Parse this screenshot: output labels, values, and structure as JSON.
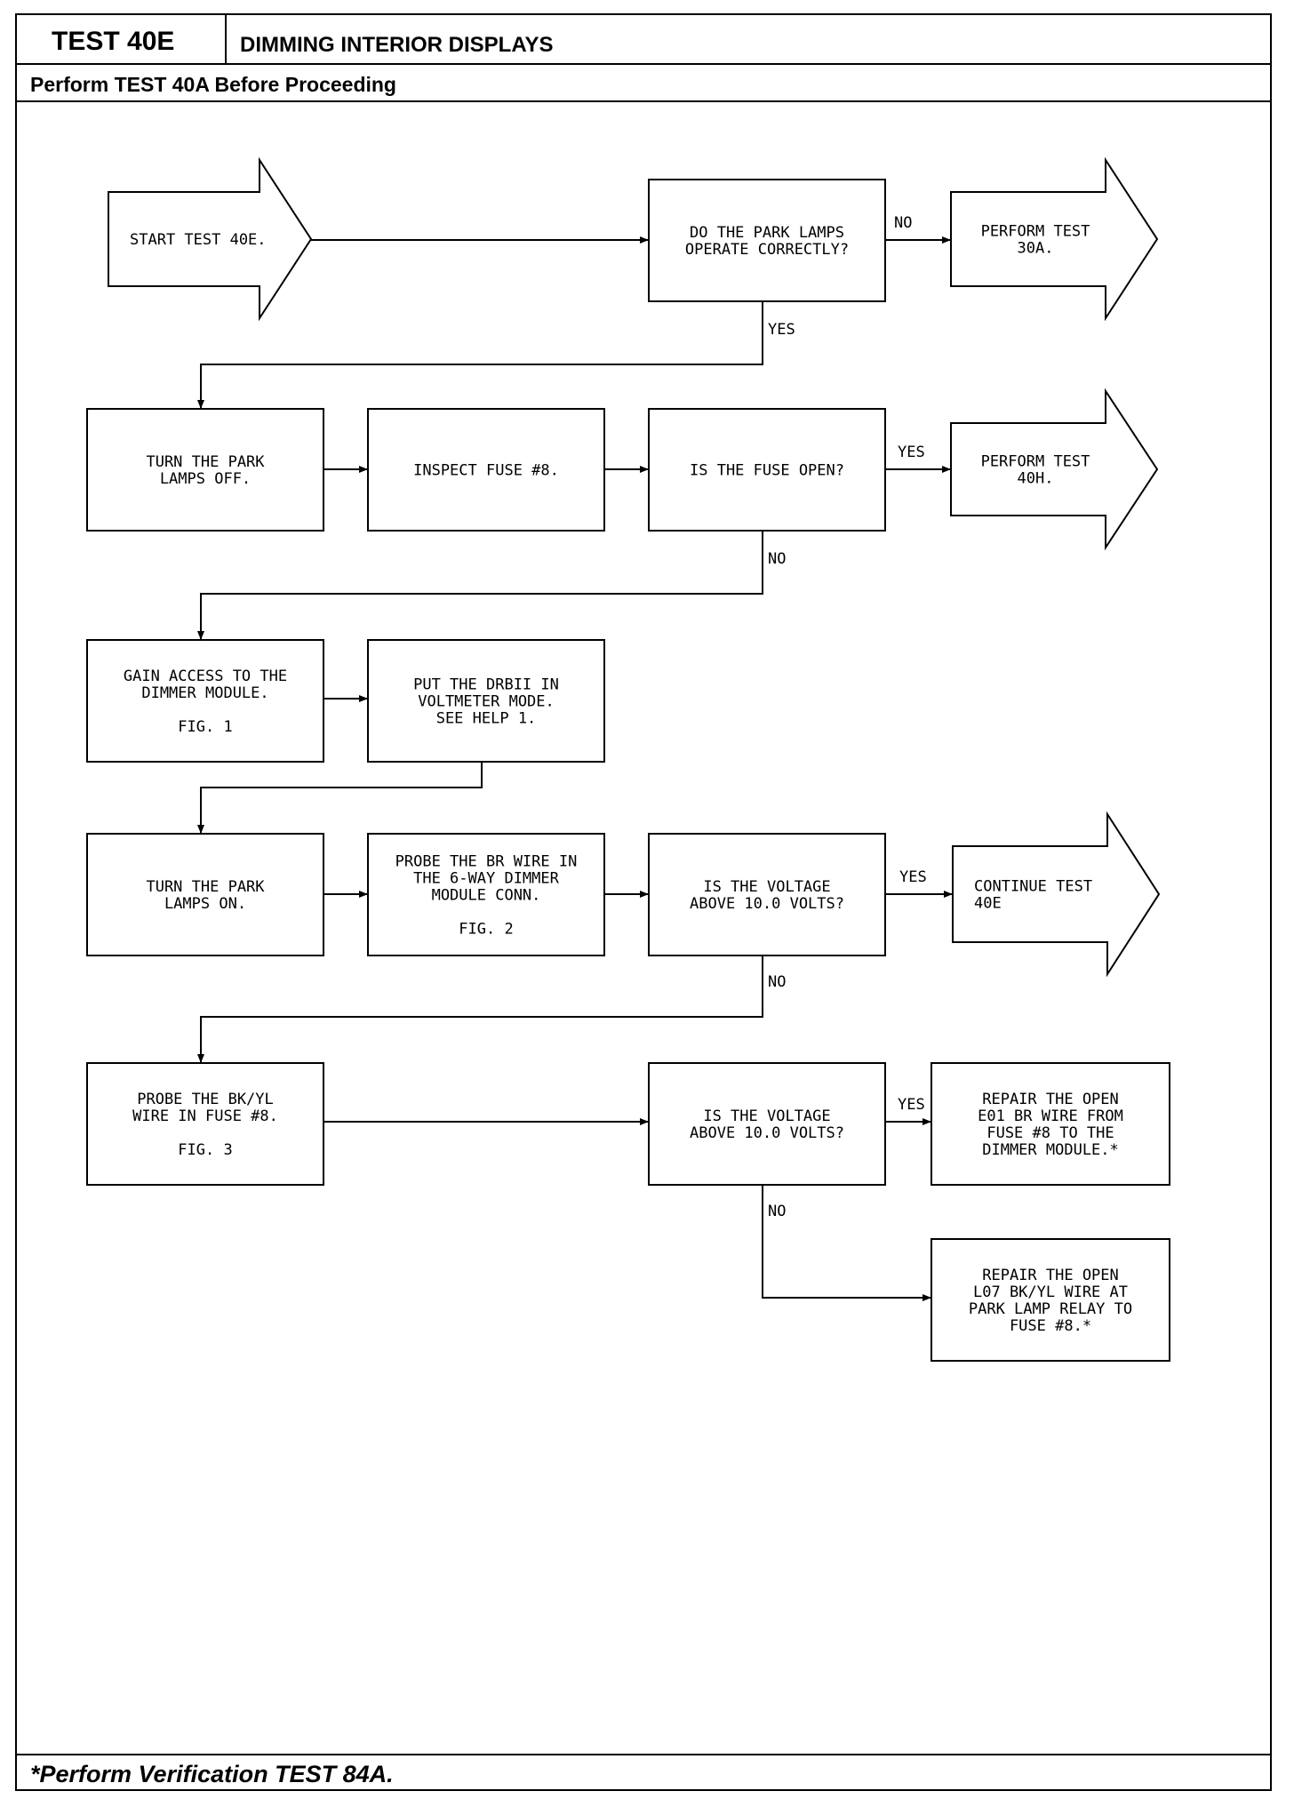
{
  "header": {
    "test_id": "TEST 40E",
    "title": "DIMMING INTERIOR DISPLAYS",
    "subtitle": "Perform TEST 40A Before Proceeding"
  },
  "footer": {
    "note": "*Perform Verification TEST 84A."
  },
  "nodes": [
    {
      "id": "start",
      "shape": "arrow",
      "lines": [
        "START TEST 40E."
      ]
    },
    {
      "id": "q_park",
      "shape": "box",
      "lines": [
        "DO THE PARK LAMPS",
        "OPERATE CORRECTLY?"
      ]
    },
    {
      "id": "t30a",
      "shape": "arrow",
      "lines": [
        "PERFORM TEST",
        "30A."
      ]
    },
    {
      "id": "park_off",
      "shape": "box",
      "lines": [
        "TURN THE PARK",
        "LAMPS OFF."
      ]
    },
    {
      "id": "inspect",
      "shape": "box",
      "lines": [
        "INSPECT FUSE #8."
      ]
    },
    {
      "id": "q_fuse",
      "shape": "box",
      "lines": [
        "IS THE FUSE OPEN?"
      ]
    },
    {
      "id": "t40h",
      "shape": "arrow",
      "lines": [
        "PERFORM TEST",
        "40H."
      ]
    },
    {
      "id": "access",
      "shape": "box",
      "lines": [
        "GAIN ACCESS TO THE",
        "DIMMER MODULE.",
        "",
        "FIG. 1"
      ]
    },
    {
      "id": "drb",
      "shape": "box",
      "lines": [
        "PUT THE DRBII IN",
        "VOLTMETER MODE.",
        "SEE HELP 1."
      ]
    },
    {
      "id": "park_on",
      "shape": "box",
      "lines": [
        "TURN THE PARK",
        "LAMPS ON."
      ]
    },
    {
      "id": "probe_br",
      "shape": "box",
      "lines": [
        "PROBE THE BR WIRE IN",
        "THE 6-WAY DIMMER",
        "MODULE CONN.",
        "",
        "FIG. 2"
      ]
    },
    {
      "id": "q_volt1",
      "shape": "box",
      "lines": [
        "IS THE VOLTAGE",
        "ABOVE 10.0 VOLTS?"
      ]
    },
    {
      "id": "cont40e",
      "shape": "arrow",
      "lines": [
        "CONTINUE TEST",
        "40E"
      ]
    },
    {
      "id": "probe_bk",
      "shape": "box",
      "lines": [
        "PROBE THE BK/YL",
        "WIRE IN FUSE #8.",
        "",
        "FIG. 3"
      ]
    },
    {
      "id": "q_volt2",
      "shape": "box",
      "lines": [
        "IS THE VOLTAGE",
        "ABOVE 10.0 VOLTS?"
      ]
    },
    {
      "id": "repair1",
      "shape": "box",
      "lines": [
        "REPAIR THE OPEN",
        "E01 BR WIRE FROM",
        "FUSE #8 TO THE",
        "DIMMER MODULE.*"
      ]
    },
    {
      "id": "repair2",
      "shape": "box",
      "lines": [
        "REPAIR THE OPEN",
        "L07 BK/YL WIRE AT",
        "PARK LAMP RELAY TO",
        "FUSE #8.*"
      ]
    }
  ],
  "edges": [
    {
      "from": "start",
      "to": "q_park",
      "label": ""
    },
    {
      "from": "q_park",
      "to": "t30a",
      "label": "NO"
    },
    {
      "from": "q_park",
      "to": "park_off",
      "label": "YES"
    },
    {
      "from": "park_off",
      "to": "inspect",
      "label": ""
    },
    {
      "from": "inspect",
      "to": "q_fuse",
      "label": ""
    },
    {
      "from": "q_fuse",
      "to": "t40h",
      "label": "YES"
    },
    {
      "from": "q_fuse",
      "to": "access",
      "label": "NO"
    },
    {
      "from": "access",
      "to": "drb",
      "label": ""
    },
    {
      "from": "drb",
      "to": "park_on",
      "label": ""
    },
    {
      "from": "park_on",
      "to": "probe_br",
      "label": ""
    },
    {
      "from": "probe_br",
      "to": "q_volt1",
      "label": ""
    },
    {
      "from": "q_volt1",
      "to": "cont40e",
      "label": "YES"
    },
    {
      "from": "q_volt1",
      "to": "probe_bk",
      "label": "NO"
    },
    {
      "from": "probe_bk",
      "to": "q_volt2",
      "label": ""
    },
    {
      "from": "q_volt2",
      "to": "repair1",
      "label": "YES"
    },
    {
      "from": "q_volt2",
      "to": "repair2",
      "label": "NO"
    }
  ]
}
